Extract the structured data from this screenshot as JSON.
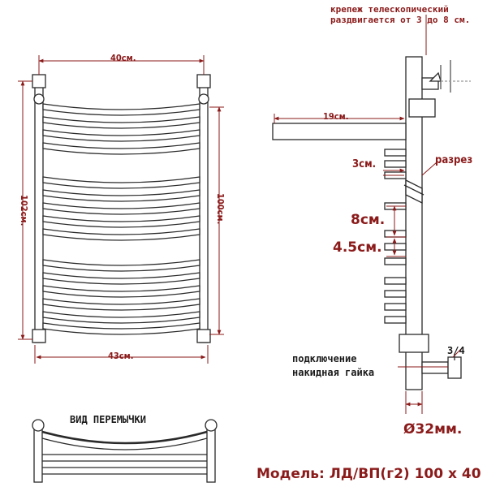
{
  "front_view": {
    "width_top": "40см.",
    "width_bottom": "43см.",
    "height_left": "102см.",
    "height_right": "100см."
  },
  "side_view": {
    "mount_note_line1": "крепеж телескопический",
    "mount_note_line2": "раздвигается от 3 до 8 см.",
    "depth": "19см.",
    "gap_small": "3см.",
    "section_label": "разрез",
    "spacing_8": "8см.",
    "spacing_4_5": "4.5см.",
    "connection_line1": "подключение",
    "connection_line2": "накидная гайка",
    "thread": "3/4",
    "diameter": "Ø32мм."
  },
  "bridge_view": {
    "title": "ВИД ПЕРЕМЫЧКИ"
  },
  "model": "Модель: ЛД/ВП(г2) 100 х 40",
  "colors": {
    "dimension": "#8b1a1a",
    "outline": "#2a2a2a",
    "rail_fill": "#ffffff"
  }
}
